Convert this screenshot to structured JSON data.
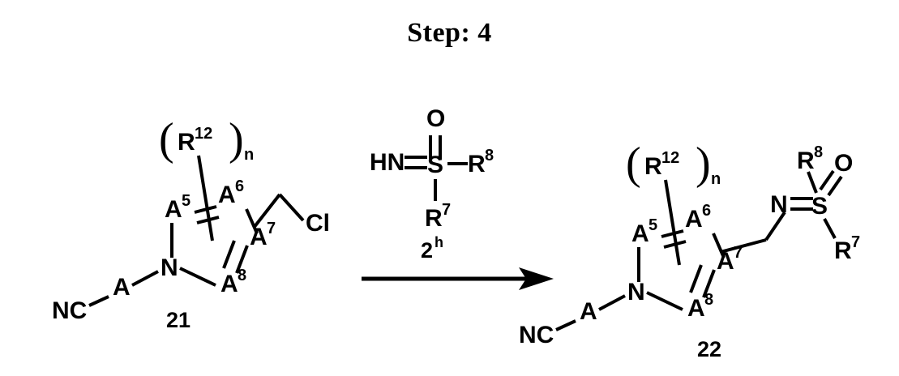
{
  "title": "Step: 4",
  "scheme": {
    "type": "chemical-reaction-scheme",
    "arrow": {
      "label_above": "2",
      "label_above_sup": "h"
    },
    "reactant": {
      "number": "21",
      "labels": {
        "nitrile": "NC",
        "linker_a": "A",
        "ring_n": "N",
        "a5": "A",
        "a5_sup": "5",
        "a6": "A",
        "a6_sup": "6",
        "a7": "A",
        "a7_sup": "7",
        "a8": "A",
        "a8_sup": "8",
        "r12": "R",
        "r12_sup": "12",
        "paren_open": "(",
        "paren_close": ")",
        "paren_sub": "n",
        "chloride": "Cl"
      }
    },
    "reagent": {
      "labels": {
        "hn": "HN",
        "s": "S",
        "o": "O",
        "r8": "R",
        "r8_sup": "8",
        "r7": "R",
        "r7_sup": "7"
      }
    },
    "product": {
      "number": "22",
      "labels": {
        "nitrile": "NC",
        "linker_a": "A",
        "ring_n": "N",
        "a5": "A",
        "a5_sup": "5",
        "a6": "A",
        "a6_sup": "6",
        "a7": "A",
        "a7_sup": "7",
        "a8": "A",
        "a8_sup": "8",
        "r12": "R",
        "r12_sup": "12",
        "paren_open": "(",
        "paren_close": ")",
        "paren_sub": "n",
        "imine_n": "N",
        "s": "S",
        "o": "O",
        "r8": "R",
        "r8_sup": "8",
        "r7": "R",
        "r7_sup": "7"
      }
    }
  },
  "colors": {
    "ink": "#000000",
    "background": "#ffffff"
  }
}
